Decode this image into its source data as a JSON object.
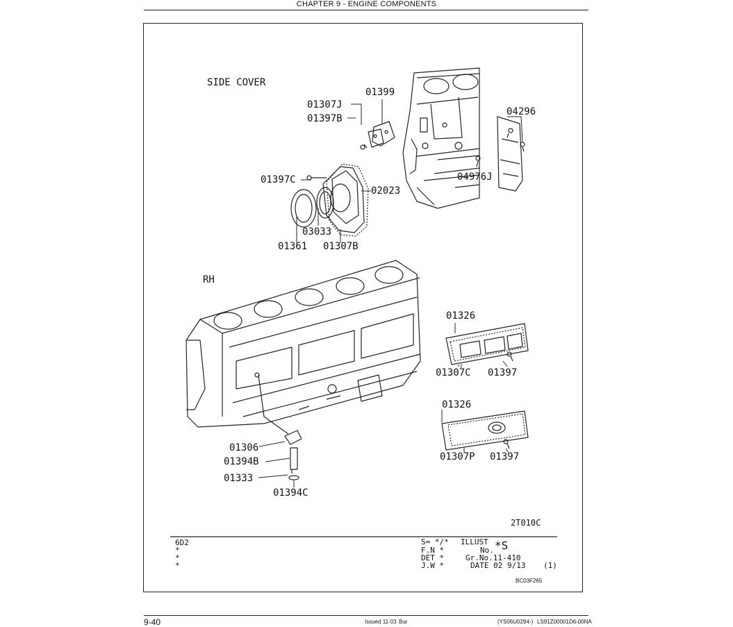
{
  "header": {
    "chapter_title": "CHAPTER 9 - ENGINE COMPONENTS"
  },
  "side_cover": {
    "title": "SIDE COVER",
    "labels": [
      "01399",
      "01307J",
      "01397B",
      "04296",
      "01397C",
      "02023",
      "04976J",
      "03033",
      "01361",
      "01307B"
    ]
  },
  "rh": {
    "title": "RH",
    "labels": [
      "01326",
      "01307C",
      "01397",
      "01326",
      "01307P",
      "01397",
      "01306",
      "01394B",
      "01333",
      "01394C"
    ]
  },
  "illustration_code": "2T010C",
  "info_block": {
    "left": [
      "6D2",
      "*",
      "*",
      "*"
    ],
    "s_line": "S= */*",
    "fn_line": "F.N *",
    "det_line": "DET *",
    "jw_line": "J.W *",
    "illust": "ILLUST",
    "illust_no": "No.",
    "illust_value": "*S",
    "gr_no": "Gr.No.11-410",
    "date": "DATE 02 9/13",
    "sheet": "(1)",
    "ref_code": "BC03F265"
  },
  "footer": {
    "page": "9-40",
    "issued": "Issued 11-03",
    "bur": "Bur",
    "serial": "(YS06U0294-)",
    "doc_code": "LS91Z00001D6-00NA"
  }
}
